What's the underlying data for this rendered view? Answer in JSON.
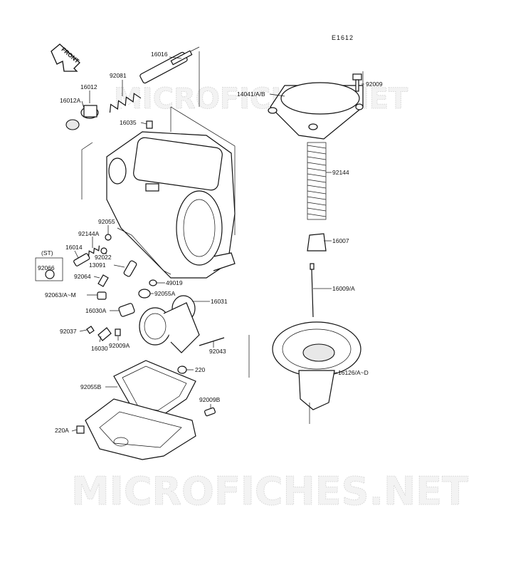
{
  "drawing_code": "E1612",
  "front_arrow_label": "FRONT",
  "watermarks": {
    "top": "MICROFICHES.NET",
    "bottom": "MICROFICHES.NET"
  },
  "labels": {
    "p16016": "16016",
    "p92081": "92081",
    "p16012": "16012",
    "p16012A": "16012A",
    "p16035": "16035",
    "p14041": "14041/A/B",
    "p92009": "92009",
    "p92144": "92144",
    "p16007": "16007",
    "p16009": "16009/A",
    "p16126": "16126/A~D",
    "p92055": "92055",
    "p92144A": "92144A",
    "p16014": "16014",
    "p92022": "92022",
    "pST": "(ST)",
    "p92066": "92066",
    "p13091": "13091",
    "p92064": "92064",
    "p49019": "49019",
    "p92063": "92063/A~M",
    "p92055A": "92055A",
    "p16031": "16031",
    "p16030A": "16030A",
    "p92037": "92037",
    "p16030": "16030",
    "p92009A": "92009A",
    "p92043": "92043",
    "p220": "220",
    "p92055B": "92055B",
    "p92009B": "92009B",
    "p220A": "220A"
  }
}
